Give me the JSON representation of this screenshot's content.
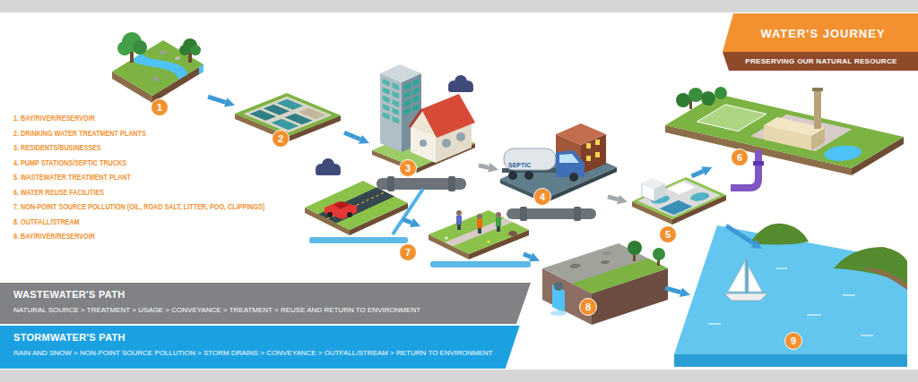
{
  "diagram": {
    "title": "WATER'S JOURNEY",
    "nodes": [
      {
        "text": [
          "1"
        ]
      },
      {
        "text": [
          "2"
        ]
      },
      {
        "text": [
          "3"
        ]
      },
      {
        "text": [
          "4"
        ]
      },
      {
        "text": [
          "5"
        ]
      },
      {
        "text": [
          "6"
        ]
      },
      {
        "text": [
          "7"
        ]
      },
      {
        "text": [
          "8"
        ]
      },
      {
        "text": [
          "9"
        ]
      },
      {
        "text": [
          "WASTEWATER'S PATH",
          "NATURAL SOURCE > TREATMENT > USAGE > CONVEYANCE > TREATMENT > REUSE AND RETURN TO ENVIRONMENT"
        ]
      },
      {
        "text": [
          "STORMWATER'S PATH",
          "RAIN AND SNOW > NON-POINT SOURCE POLLUTION > STORM DRAINS > CONVEYANCE > OUTFALL/STREAM > RETURN TO ENVIRONMENT"
        ]
      }
    ],
    "edges": [
      {
        "from": 0,
        "to": 1,
        "arrow": "to"
      },
      {
        "from": 1,
        "to": 2,
        "arrow": "to"
      },
      {
        "from": 2,
        "to": 3,
        "arrow": "to"
      },
      {
        "from": 3,
        "to": 4,
        "arrow": "to"
      },
      {
        "from": 4,
        "to": 5,
        "arrow": "to"
      },
      {
        "from": 4,
        "to": 8,
        "arrow": "to"
      },
      {
        "from": 6,
        "to": 7,
        "arrow": "to"
      },
      {
        "from": 7,
        "to": 8,
        "arrow": "to"
      }
    ],
    "labels": [
      "PRESERVING OUR NATURAL RESOURCE",
      "1. BAY/RIVER/RESERVOIR",
      "2. DRINKING WATER TREATMENT PLANTS",
      "3. RESIDENTS/BUSINESSES",
      "4. PUMP STATIONS/SEPTIC TRUCKS",
      "5. WASTEWATER TREATMENT PLANT",
      "6. WATER REUSE FACILITIES",
      "7. NON-POINT SOURCE POLLUTION (OIL, ROAD SALT, LITTER, POO, CLIPPINGS)",
      "8. OUTFALL/STREAM",
      "9. BAY/RIVER/RESERVOIR",
      "SEPTIC"
    ]
  }
}
